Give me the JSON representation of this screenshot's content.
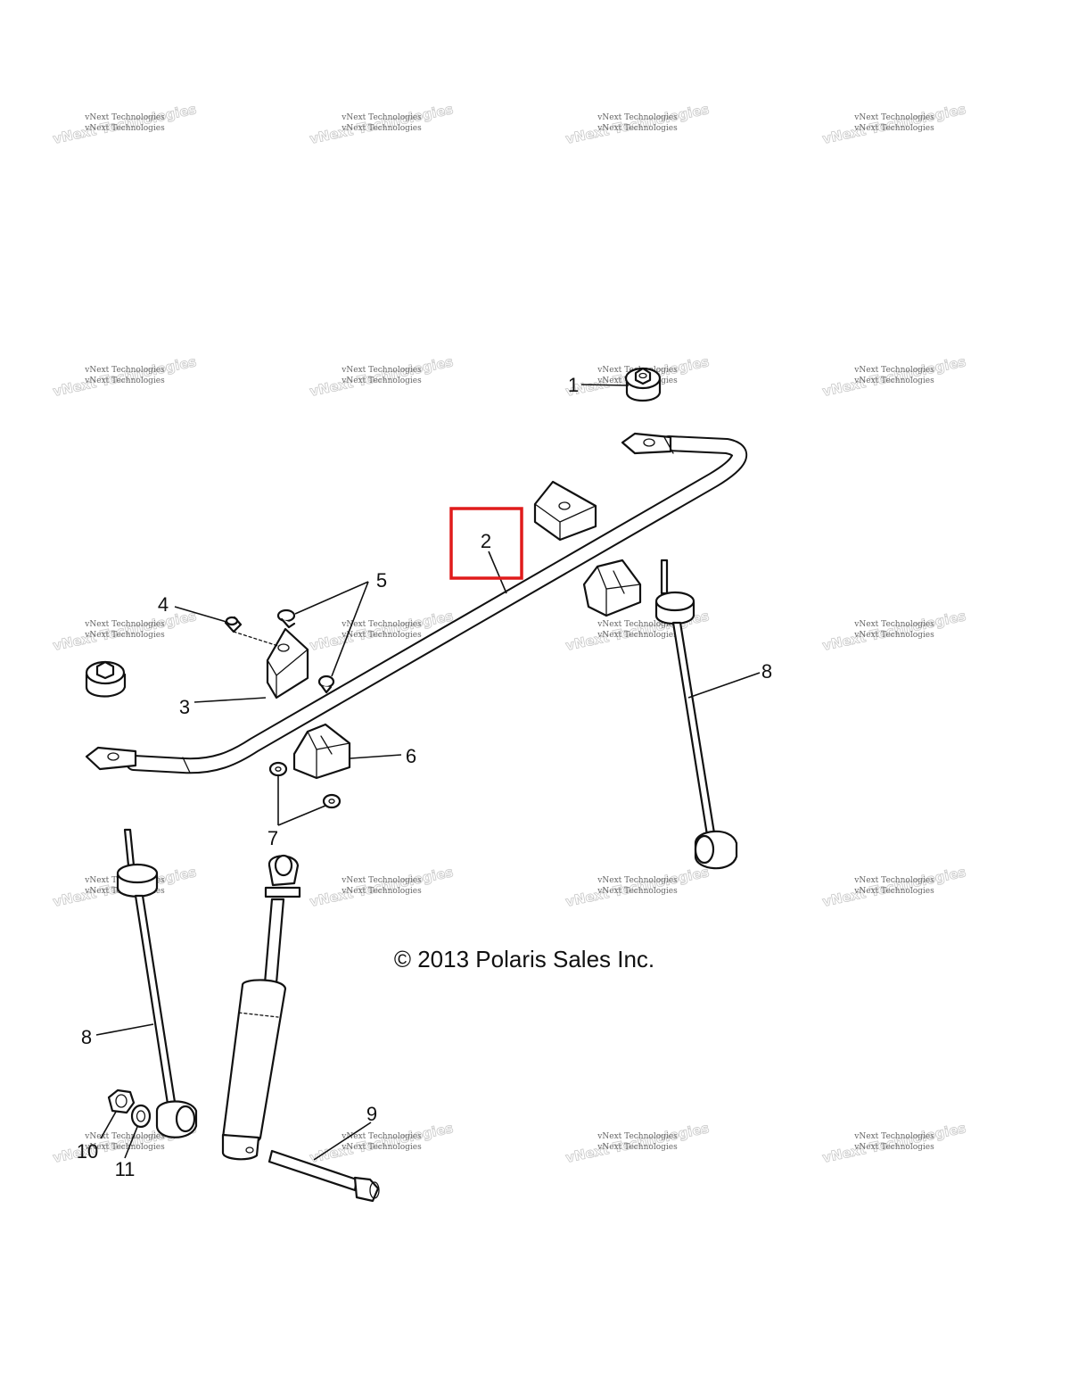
{
  "watermark": {
    "line1": "vNext Technologies",
    "line2": "vNext Technologies"
  },
  "copyright": "© 2013 Polaris Sales Inc.",
  "callouts": [
    "1",
    "2",
    "3",
    "4",
    "5",
    "6",
    "7",
    "8",
    "9",
    "10",
    "11"
  ],
  "highlight": {
    "callout": "2",
    "color": "#e01b1b"
  },
  "line_color": "#111111"
}
